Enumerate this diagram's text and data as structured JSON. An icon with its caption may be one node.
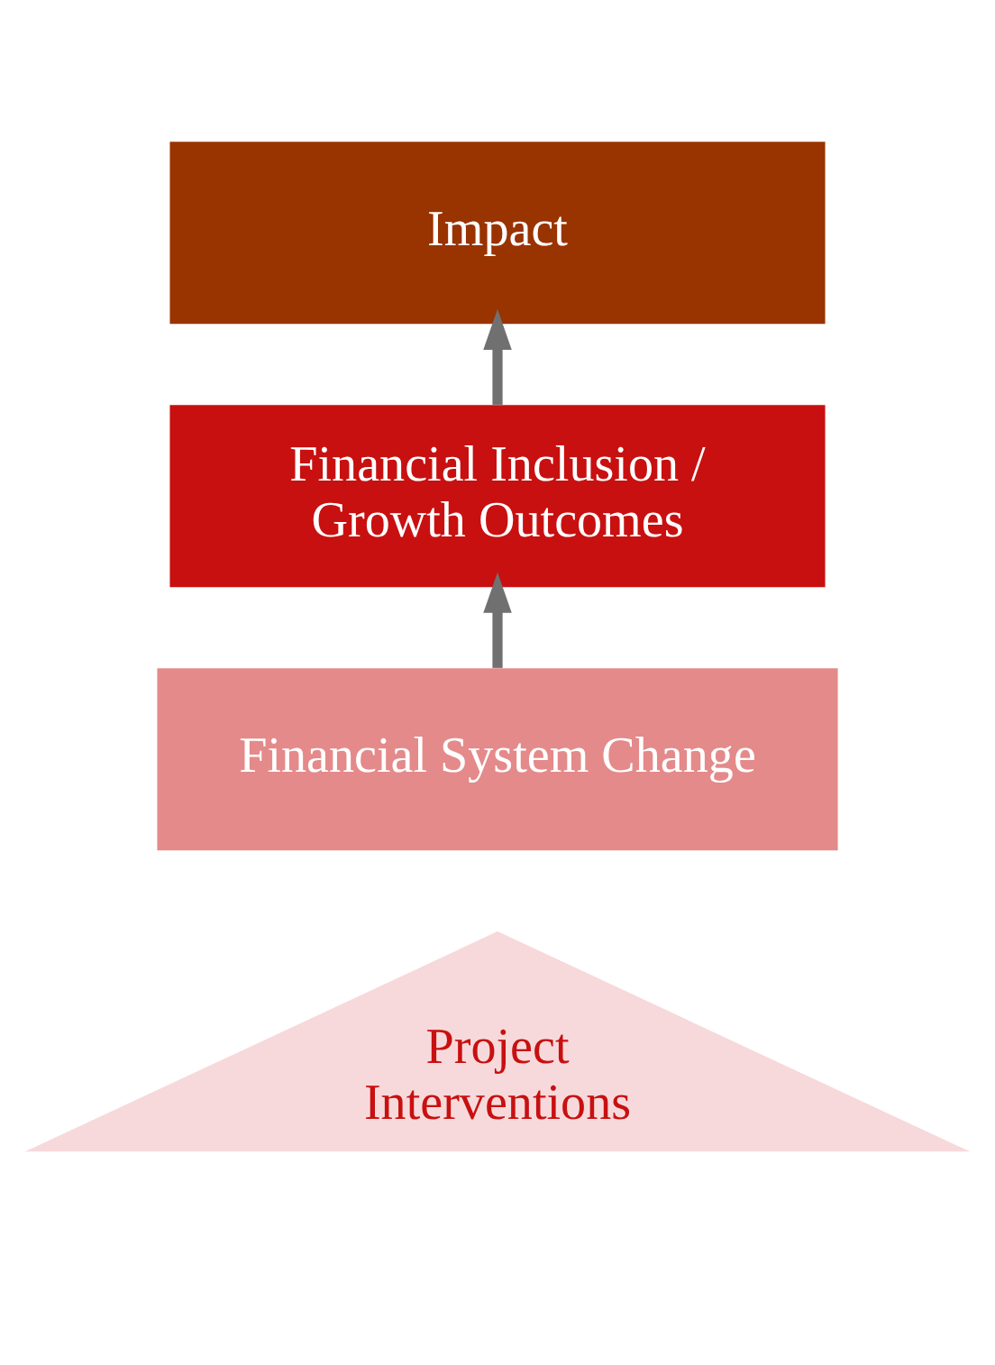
{
  "diagram": {
    "nodes": [
      {
        "text": [
          "Impact"
        ]
      },
      {
        "text": [
          "Financial Inclusion / Growth Outcomes"
        ]
      },
      {
        "text": [
          "Financial System Change"
        ]
      },
      {
        "text": [
          "Project Interventions"
        ]
      }
    ],
    "edges": [
      {
        "from": 2,
        "to": 1,
        "arrow": "to"
      },
      {
        "from": 1,
        "to": 0,
        "arrow": "to"
      }
    ]
  }
}
